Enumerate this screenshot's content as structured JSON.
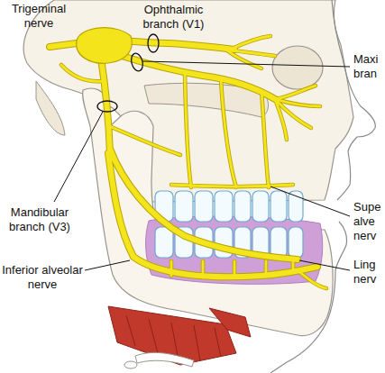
{
  "diagram": {
    "labels": [
      "Trigeminal nerve",
      "Ophthalmic branch (V1)",
      "Maxi bran",
      "Supe alve nerv",
      "Mandibular branch (V3)",
      "Ling nerv",
      "Inferior alveolar nerve"
    ]
  }
}
